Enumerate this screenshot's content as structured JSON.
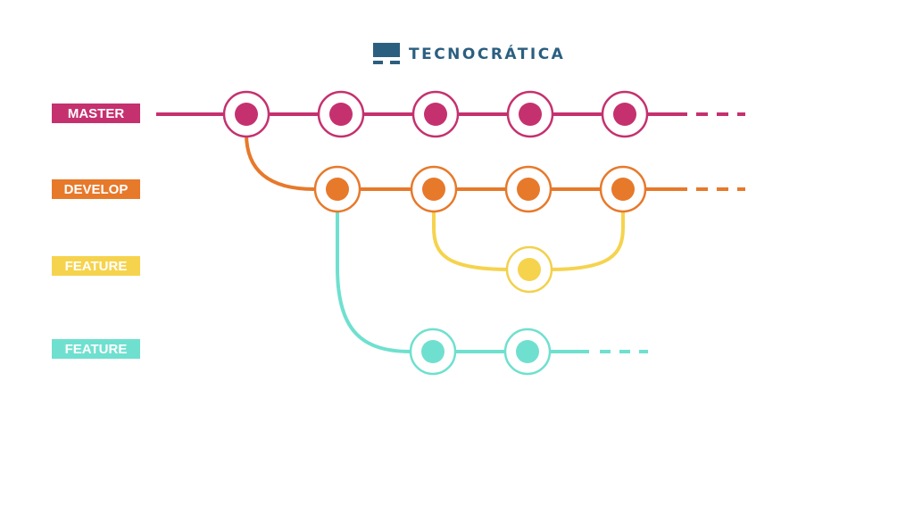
{
  "logo": {
    "text": "TECNOCRÁTICA",
    "color": "#2b5f80"
  },
  "branches": [
    {
      "id": "master",
      "label": "MASTER",
      "color": "#c5316f",
      "ring": "#c5316f"
    },
    {
      "id": "develop",
      "label": "DEVELOP",
      "color": "#e7792b",
      "ring": "#e7792b"
    },
    {
      "id": "feature1",
      "label": "FEATURE",
      "color": "#f6d34d",
      "ring": "#f2d14c"
    },
    {
      "id": "feature2",
      "label": "FEATURE",
      "color": "#6fe0cf",
      "ring": "#6fe0cf"
    }
  ]
}
